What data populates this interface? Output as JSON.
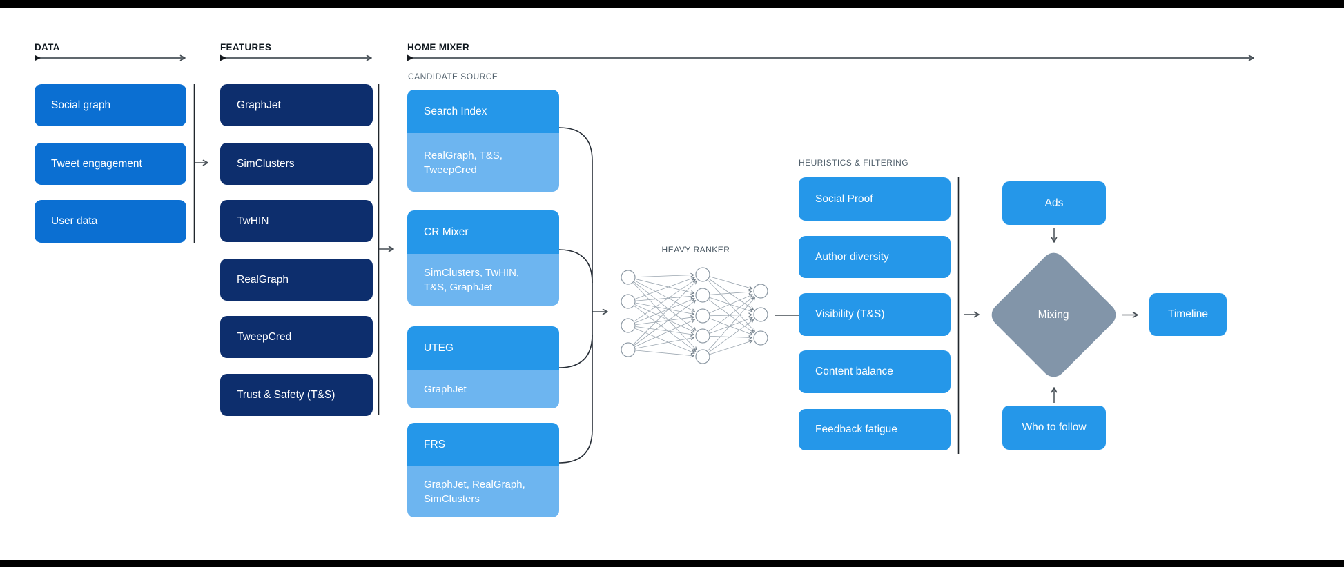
{
  "headers": {
    "data": "DATA",
    "features": "FEATURES",
    "home_mixer": "HOME MIXER"
  },
  "data_column": {
    "boxes": [
      {
        "label": "Social graph"
      },
      {
        "label": "Tweet engagement"
      },
      {
        "label": "User data"
      }
    ]
  },
  "features_column": {
    "boxes": [
      {
        "label": "GraphJet"
      },
      {
        "label": "SimClusters"
      },
      {
        "label": "TwHIN"
      },
      {
        "label": "RealGraph"
      },
      {
        "label": "TweepCred"
      },
      {
        "label": "Trust & Safety (T&S)"
      }
    ]
  },
  "candidate_sources": {
    "label": "CANDIDATE SOURCE",
    "boxes": [
      {
        "title": "Search Index",
        "subtitle": "RealGraph, T&S, TweepCred"
      },
      {
        "title": "CR Mixer",
        "subtitle": "SimClusters, TwHIN, T&S, GraphJet"
      },
      {
        "title": "UTEG",
        "subtitle": "GraphJet"
      },
      {
        "title": "FRS",
        "subtitle": "GraphJet, RealGraph, SimClusters"
      }
    ]
  },
  "heavy_ranker": {
    "label": "HEAVY RANKER"
  },
  "heuristics": {
    "label": "HEURISTICS & FILTERING",
    "boxes": [
      {
        "label": "Social Proof"
      },
      {
        "label": "Author diversity"
      },
      {
        "label": "Visibility (T&S)"
      },
      {
        "label": "Content balance"
      },
      {
        "label": "Feedback fatigue"
      }
    ]
  },
  "mixing_stage": {
    "ads": "Ads",
    "diamond": "Mixing",
    "who_to_follow": "Who to follow",
    "timeline": "Timeline"
  },
  "colors": {
    "data_box_blue": "#0b6fd2",
    "feature_box_navy": "#0d2e6d",
    "bright_blue": "#2597e9",
    "light_blue": "#6db5f0",
    "diamond_gray": "#8295a9",
    "line_dark": "#262d36",
    "header_text": "#10181f",
    "subheader_text": "#51606c"
  }
}
